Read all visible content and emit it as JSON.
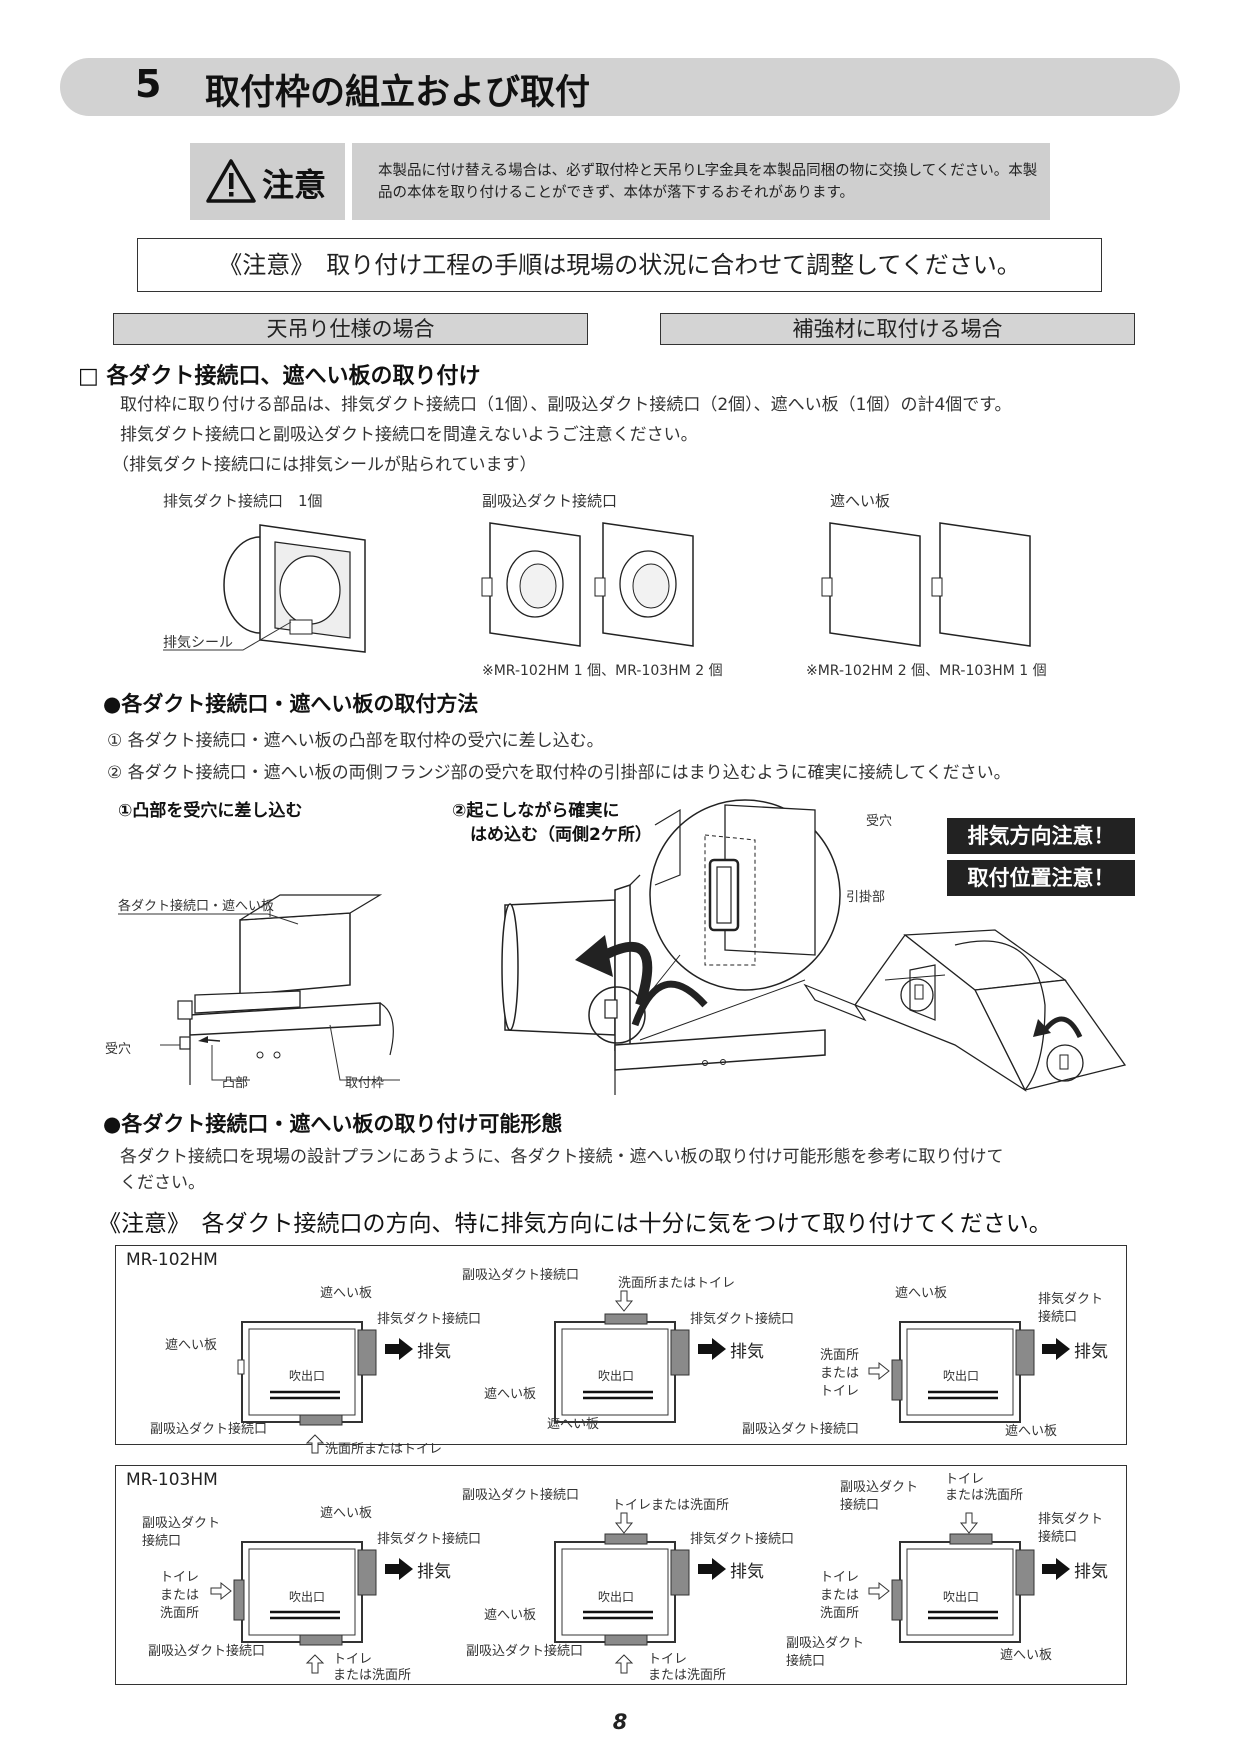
{
  "header": {
    "number": "5",
    "title": "取付枠の組立および取付"
  },
  "caution": {
    "label": "注意",
    "text": "本製品に付け替える場合は、必ず取付枠と天吊りL字金具を本製品同梱の物に交換してください。本製品の本体を取り付けることができず、本体が落下するおそれがあります。"
  },
  "notice1": "《注意》　取り付け工程の手順は現場の状況に合わせて調整してください。",
  "tabs": [
    "天吊り仕様の場合",
    "補強材に取付ける場合"
  ],
  "section1": {
    "title": "□ 各ダクト接続口、遮へい板の取り付け",
    "lines": [
      "取付枠に取り付ける部品は、排気ダクト接続口（1個）、副吸込ダクト接続口（2個）、遮へい板（1個）の計4個です。",
      "排気ダクト接続口と副吸込ダクト接続口を間違えないようご注意ください。",
      "（排気ダクト接続口には排気シールが貼られています）"
    ],
    "parts": {
      "exhaust": "排気ダクト接続口　1個",
      "sub_intake": "副吸込ダクト接続口",
      "shield": "遮へい板",
      "seal": "排気シール",
      "note_sub": "※MR-102HM 1 個、MR-103HM 2 個",
      "note_shield": "※MR-102HM 2 個、MR-103HM 1 個"
    }
  },
  "method": {
    "title": "●各ダクト接続口・遮へい板の取付方法",
    "steps": [
      "① 各ダクト接続口・遮へい板の凸部を取付枠の受穴に差し込む。",
      "② 各ダクト接続口・遮へい板の両側フランジ部の受穴を取付枠の引掛部にはまり込むように確実に接続してください。"
    ],
    "fig1_title": "①凸部を受穴に差し込む",
    "fig2_title_1": "②起こしながら確実に",
    "fig2_title_2": "はめ込む（両側2ケ所）",
    "labels": {
      "part": "各ダクト接続口・遮へい板",
      "hole": "受穴",
      "boss": "凸部",
      "frame": "取付枠",
      "hole2": "受穴",
      "hook": "引掛部"
    },
    "tags": [
      "排気方向注意！",
      "取付位置注意！"
    ]
  },
  "forms": {
    "title": "●各ダクト接続口・遮へい板の取り付け可能形態",
    "lines": [
      "各ダクト接続口を現場の設計プランにあうように、各ダクト接続・遮へい板の取り付け可能形態を参考に取り付けて",
      "ください。"
    ]
  },
  "notice2": "《注意》　各ダクト接続口の方向、特に排気方向には十分に気をつけて取り付けてください。",
  "mr102": {
    "model": "MR-102HM",
    "d1": {
      "shield_top": "遮へい板",
      "shield_left": "遮へい板",
      "exhaust_duct": "排気ダクト接続口",
      "exhaust": "排気",
      "outlet": "吹出口",
      "sub": "副吸込ダクト接続口",
      "room": "洗面所またはトイレ"
    },
    "d2": {
      "sub": "副吸込ダクト接続口",
      "room": "洗面所またはトイレ",
      "exhaust_duct": "排気ダクト接続口",
      "exhaust": "排気",
      "outlet": "吹出口",
      "shield_left": "遮へい板",
      "shield_bottom": "遮へい板"
    },
    "d3": {
      "shield_top": "遮へい板",
      "exhaust_duct_1": "排気ダクト",
      "exhaust_duct_2": "接続口",
      "exhaust": "排気",
      "room_1": "洗面所",
      "room_2": "または",
      "room_3": "トイレ",
      "outlet": "吹出口",
      "sub": "副吸込ダクト接続口",
      "shield_bottom": "遮へい板"
    }
  },
  "mr103": {
    "model": "MR-103HM",
    "d1": {
      "sub_left_1": "副吸込ダクト",
      "sub_left_2": "接続口",
      "shield_top": "遮へい板",
      "exhaust_duct": "排気ダクト接続口",
      "exhaust": "排気",
      "room_1": "トイレ",
      "room_2": "または",
      "room_3": "洗面所",
      "outlet": "吹出口",
      "sub": "副吸込ダクト接続口",
      "room_b_1": "トイレ",
      "room_b_2": "または洗面所"
    },
    "d2": {
      "sub": "副吸込ダクト接続口",
      "room": "トイレまたは洗面所",
      "exhaust_duct": "排気ダクト接続口",
      "exhaust": "排気",
      "outlet": "吹出口",
      "shield_left": "遮へい板",
      "sub_b": "副吸込ダクト接続口",
      "room_b_1": "トイレ",
      "room_b_2": "または洗面所"
    },
    "d3": {
      "sub_1": "副吸込ダクト",
      "sub_2": "接続口",
      "room_1": "トイレ",
      "room_2": "または洗面所",
      "exhaust_duct_1": "排気ダクト",
      "exhaust_duct_2": "接続口",
      "exhaust": "排気",
      "room_l_1": "トイレ",
      "room_l_2": "または",
      "room_l_3": "洗面所",
      "outlet": "吹出口",
      "sub_b_1": "副吸込ダクト",
      "sub_b_2": "接続口",
      "shield_bottom": "遮へい板"
    }
  },
  "page_number": "8",
  "colors": {
    "header_bg": "#d2d2d2",
    "caution_bg": "#cfcfcf",
    "tag_bg": "#222222",
    "duct_fill": "#8a8a8a"
  }
}
